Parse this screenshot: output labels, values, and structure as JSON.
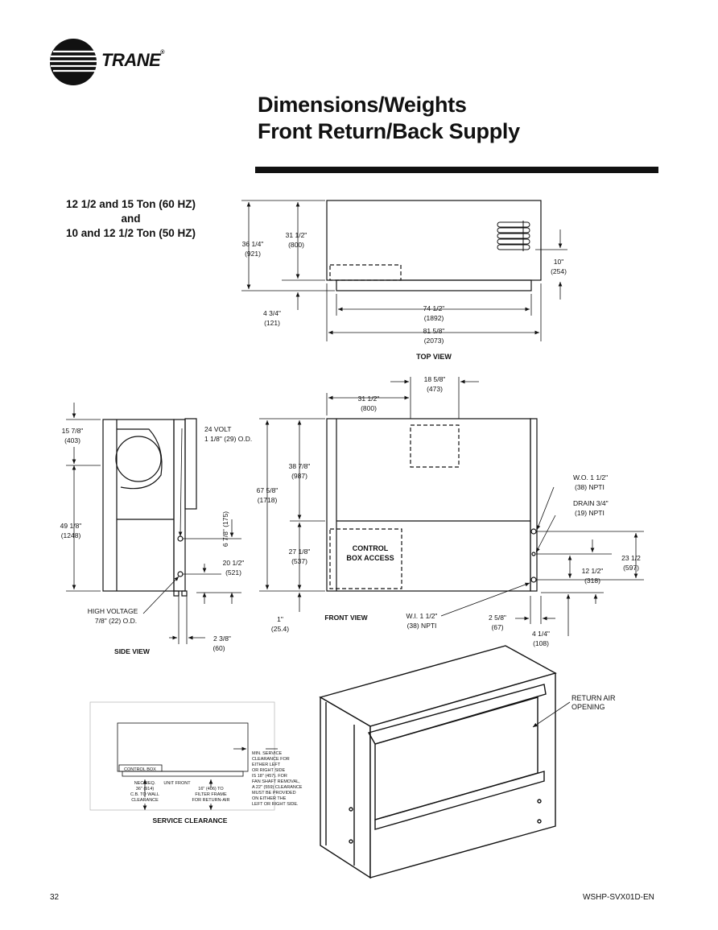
{
  "header": {
    "brand": "TRANE",
    "title_line1": "Dimensions/Weights",
    "title_line2": "Front Return/Back Supply"
  },
  "subtitle": {
    "line1": "12 1/2 and 15 Ton (60 HZ)",
    "line2": "and",
    "line3": "10 and 12 1/2 Ton (50 HZ)"
  },
  "top_view": {
    "caption": "TOP VIEW",
    "d1": "36 1/4\"",
    "d1m": "(921)",
    "d2": "31 1/2\"",
    "d2m": "(800)",
    "d3": "10\"",
    "d3m": "(254)",
    "d4": "4 3/4\"",
    "d4m": "(121)",
    "d5": "74 1/2\"",
    "d5m": "(1892)",
    "d6": "81 5/8\"",
    "d6m": "(2073)"
  },
  "front_view": {
    "caption": "FRONT VIEW",
    "d1": "18 5/8\"",
    "d1m": "(473)",
    "d2": "31 1/2\"",
    "d2m": "(800)",
    "d3": "38 7/8\"",
    "d3m": "(987)",
    "d4": "67 5/8\"",
    "d4m": "(1718)",
    "d5": "27 1/8\"",
    "d5m": "(537)",
    "d6": "1\"",
    "d6m": "(25.4)",
    "control1": "CONTROL",
    "control2": "BOX ACCESS",
    "wo": "W.O. 1 1/2\"",
    "wom": "(38) NPTI",
    "drain": "DRAIN 3/4\"",
    "drainm": "(19) NPTI",
    "d7": "23 1/2",
    "d7m": "(597)",
    "d8": "12 1/2\"",
    "d8m": "(318)",
    "wi": "W.I. 1 1/2\"",
    "wim": "(38) NPTI",
    "d9": "2 5/8\"",
    "d9m": "(67)",
    "d10": "4 1/4\"",
    "d10m": "(108)"
  },
  "side_view": {
    "caption": "SIDE VIEW",
    "d1": "15 7/8\"",
    "d1m": "(403)",
    "d2": "49 1/8\"",
    "d2m": "(1248)",
    "v24": "24 VOLT",
    "v24b": "1 1/8\" (29) O.D.",
    "d3": "6 7/8\" (175)",
    "d4": "20 1/2\"",
    "d4m": "(521)",
    "hv": "HIGH VOLTAGE",
    "hvb": "7/8\" (22) O.D.",
    "d5": "2 3/8\"",
    "d5m": "(60)"
  },
  "service": {
    "caption": "SERVICE CLEARANCE",
    "control_box": "CONTROL BOX",
    "nec1": "NEC REQ.",
    "nec2": "36\" (914)",
    "nec3": "C.B. TO WALL",
    "nec4": "CLEARANCE",
    "unit_front": "UNIT FRONT",
    "f1": "16\" (406) TO",
    "f2": "FILTER FRAME",
    "f3": "FOR RETURN-AIR",
    "min": [
      "MIN. SERVICE",
      "CLEARANCE FOR",
      "EITHER LEFT",
      "OR RIGHT SIDE",
      "IS 18\" (457). FOR",
      "FAN SHAFT REMOVAL,",
      "A 22\" (559) CLEARANCE",
      "MUST BE PROVIDED",
      "ON EITHER THE",
      "LEFT OR RIGHT SIDE."
    ]
  },
  "iso": {
    "label1": "RETURN AIR",
    "label2": "OPENING"
  },
  "footer": {
    "page": "32",
    "doc": "WSHP-SVX01D-EN"
  }
}
